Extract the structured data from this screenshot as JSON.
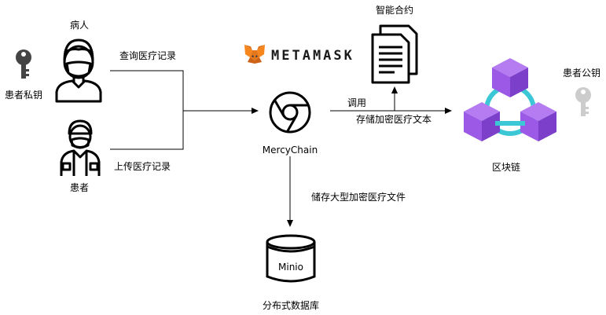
{
  "nodes": {
    "patient_private_key": "患者私钥",
    "sick_person": "病人",
    "patient": "患者",
    "smart_contract": "智能合约",
    "dapp": "MercyChain",
    "blockchain": "区块链",
    "patient_public_key": "患者公钥",
    "minio": "Minio",
    "distributed_db": "分布式数据库",
    "metamask": "METAMASK"
  },
  "edges": {
    "query_records": "查询医疗记录",
    "upload_records": "上传医疗记录",
    "invoke": "调用",
    "store_encrypted_text": "存储加密医疗文本",
    "store_large_files": "储存大型加密医疗文件"
  },
  "colors": {
    "key_dark": "#444444",
    "key_light": "#cccccc",
    "cube_face": "#9b59e6",
    "cube_dark": "#7b3fc9",
    "cube_light": "#b57cf2",
    "ring": "#3cc7d6",
    "metamask_orange": "#f6851b"
  }
}
